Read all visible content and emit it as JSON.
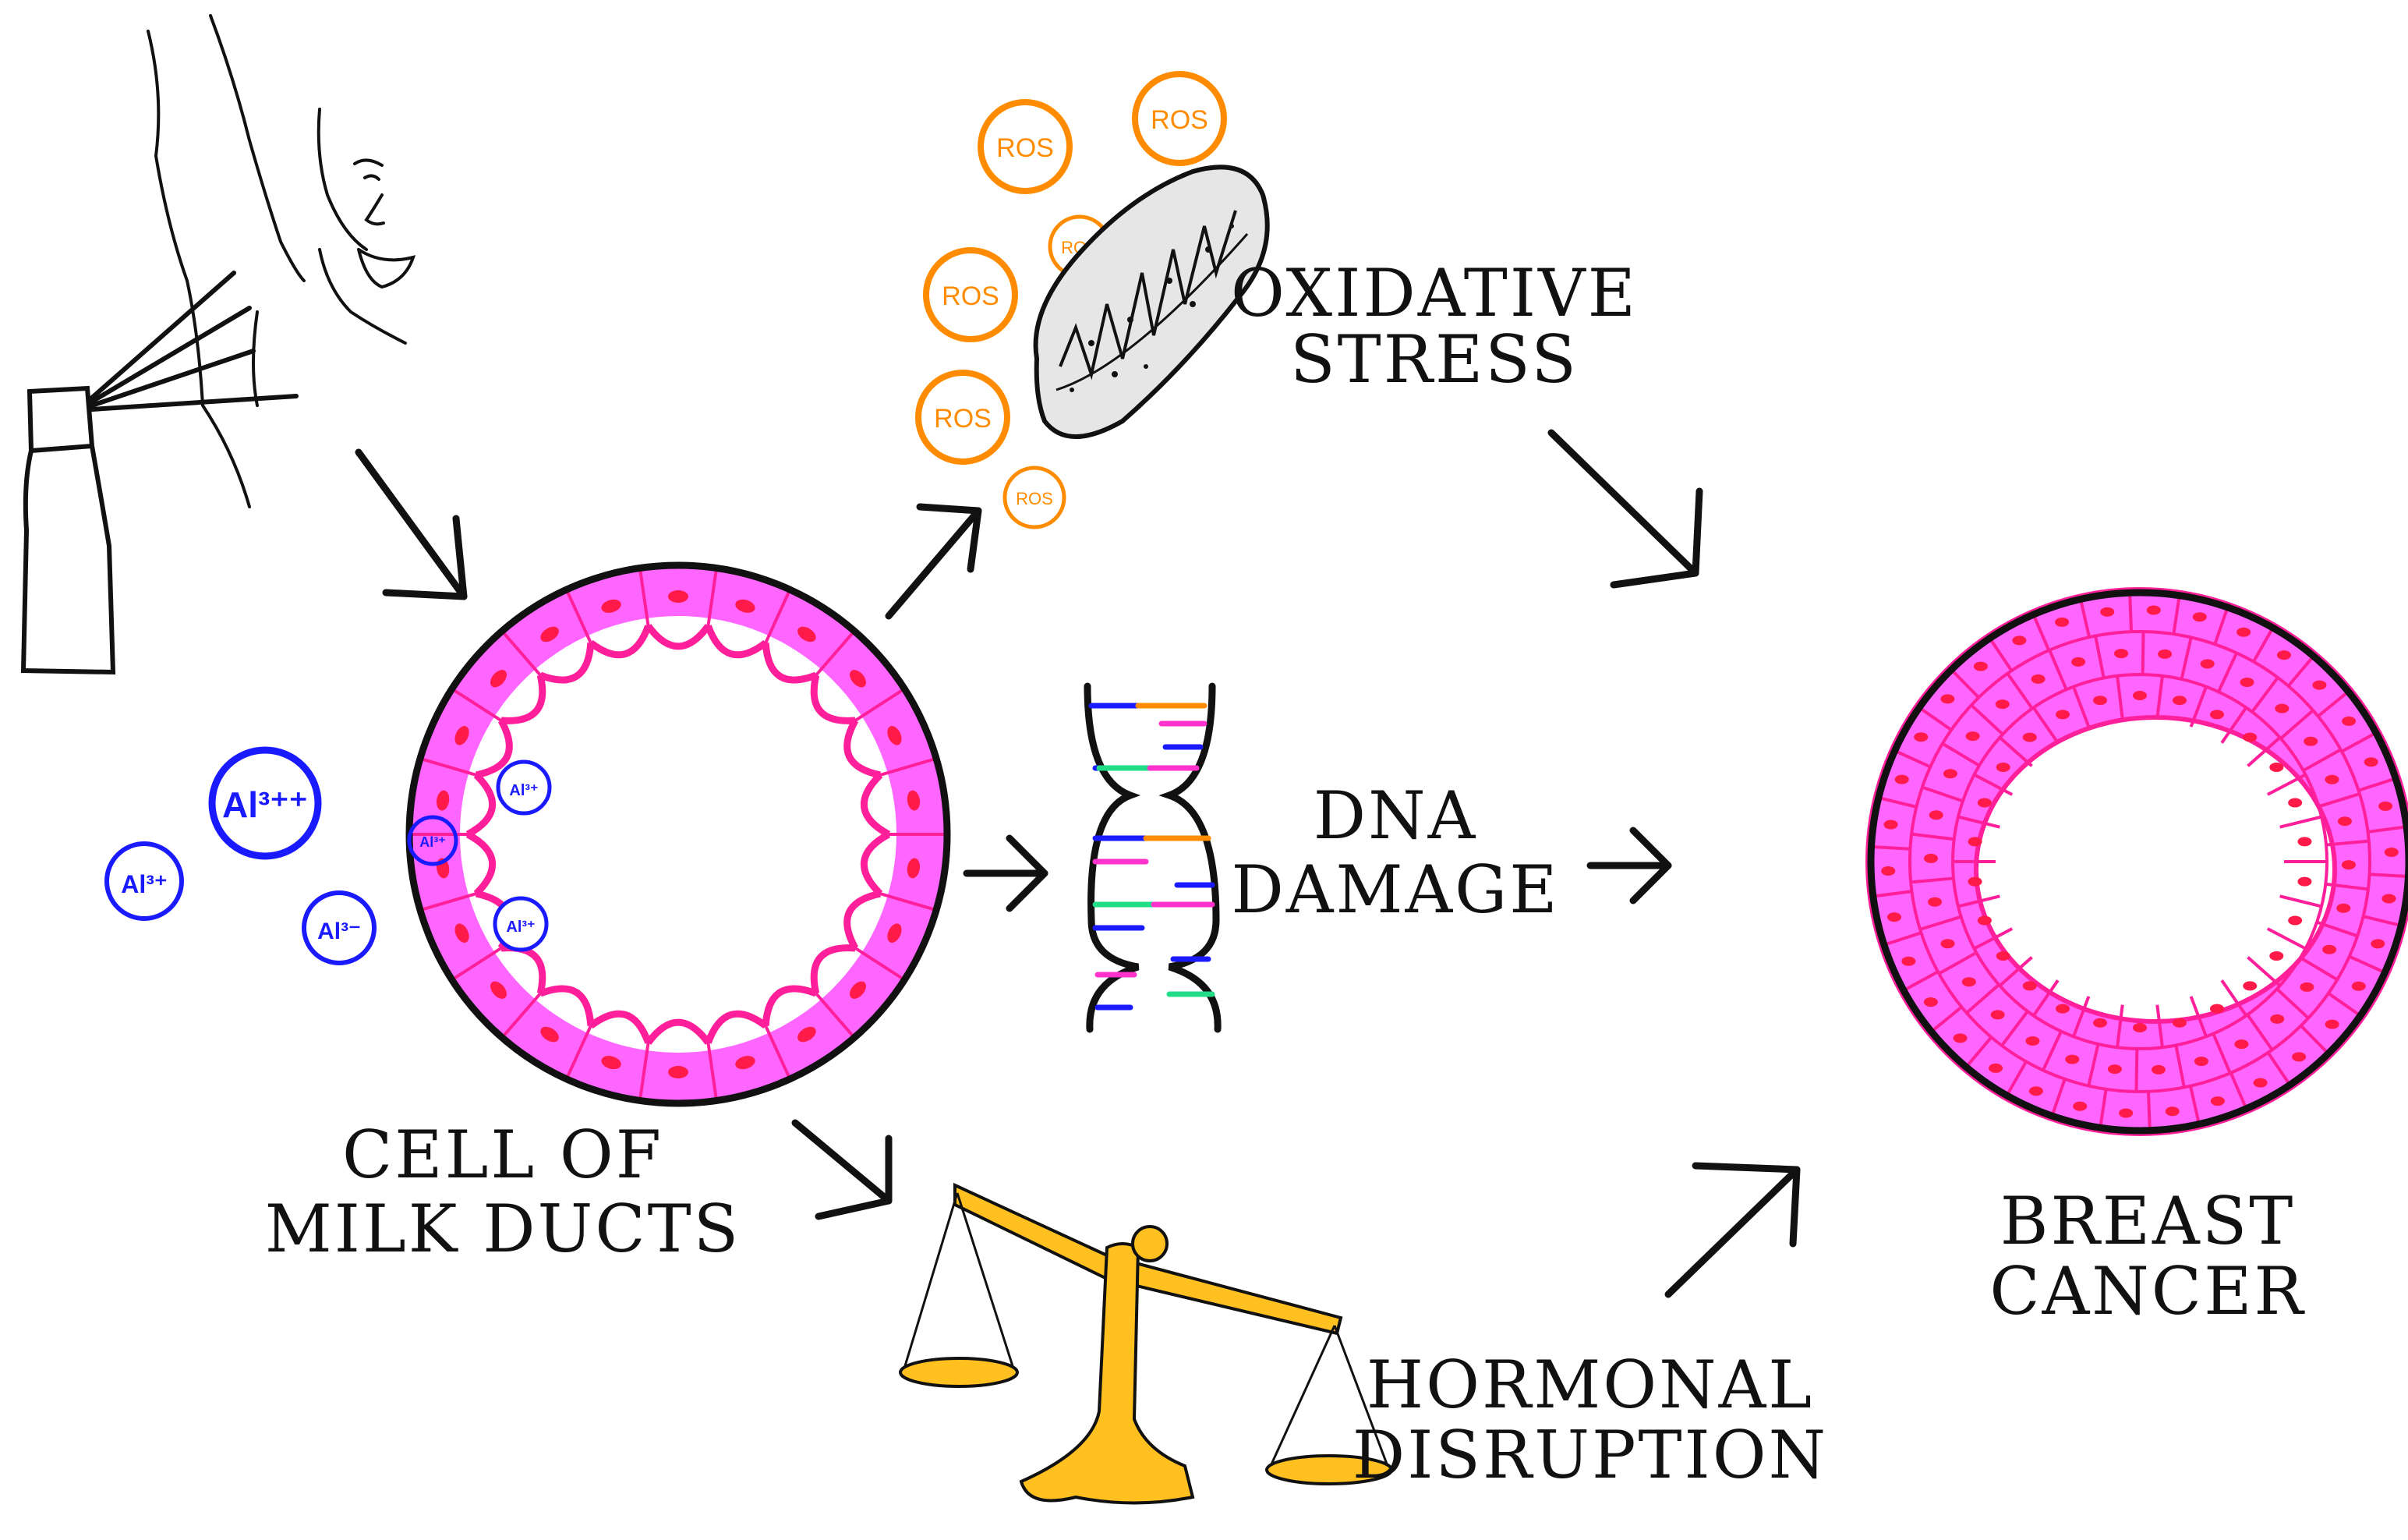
{
  "colors": {
    "pink_cell": "#ff66ff",
    "pink_border": "#ff1f9a",
    "nucleus": "#ff1a4a",
    "ion_blue": "#1a1aff",
    "ros_orange": "#ff8c00",
    "scale_gold": "#ffc020",
    "ink": "#111111"
  },
  "ions": {
    "al_large": "Al³⁺⁺",
    "al": "Al³⁺",
    "al_odd": "Al³⁻"
  },
  "ros": {
    "label": "ROS"
  },
  "labels": {
    "cell_line1": "CELL OF",
    "cell_line2": "MILK DUCTS",
    "oxidative_line1": "OXIDATIVE",
    "oxidative_line2": "STRESS",
    "dna_line1": "DNA",
    "dna_line2": "DAMAGE",
    "hormonal_line1": "HORMONAL",
    "hormonal_line2": "DISRUPTION",
    "cancer_line1": "BREAST",
    "cancer_line2": "CANCER"
  },
  "icons": [
    "spray-can-icon",
    "woman-face-icon",
    "mitochondrion-icon",
    "dna-helix-icon",
    "balance-scale-icon"
  ]
}
